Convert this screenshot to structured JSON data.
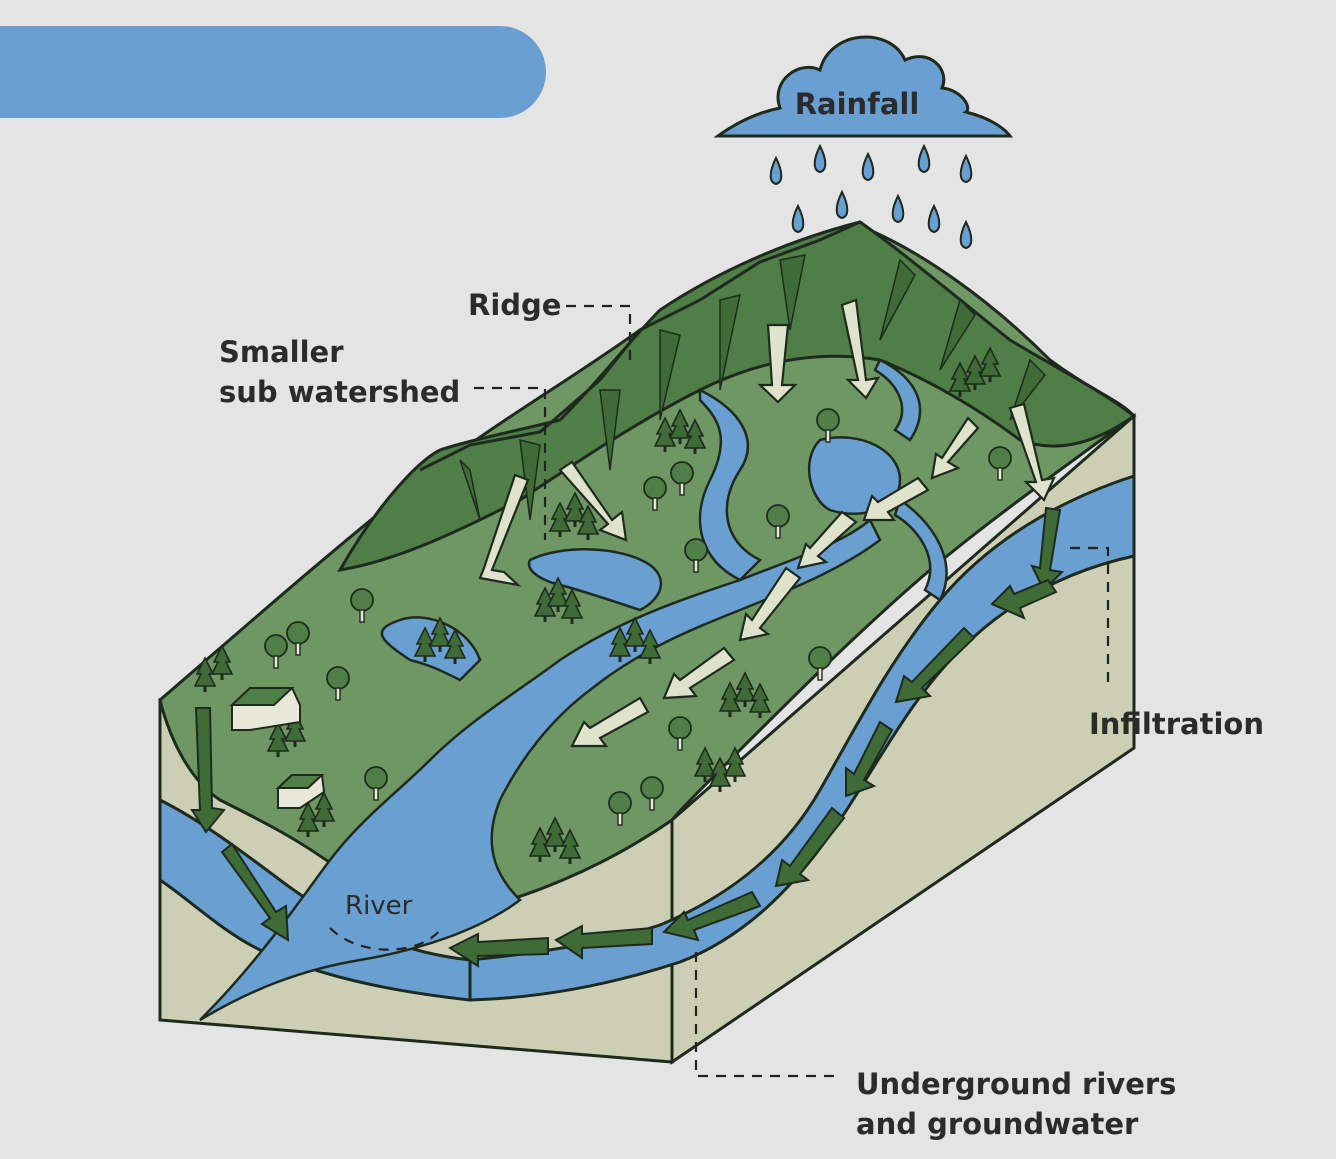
{
  "labels": {
    "rainfall": "Rainfall",
    "ridge": "Ridge",
    "sub_watershed_1": "Smaller",
    "sub_watershed_2": "sub watershed",
    "infiltration": "Infiltration",
    "river": "River",
    "underground_1": "Underground rivers",
    "underground_2": "and groundwater"
  },
  "colors": {
    "background": "#e4e4e4",
    "banner": "#6aa0d1",
    "water": "#6aa0d1",
    "land": "#6f9763",
    "mountain": "#4f7f47",
    "soil": "#cdcfb4",
    "arrow_light": "#dfe3cb",
    "arrow_dark": "#3e6b36",
    "outline": "#1e2a1e"
  }
}
